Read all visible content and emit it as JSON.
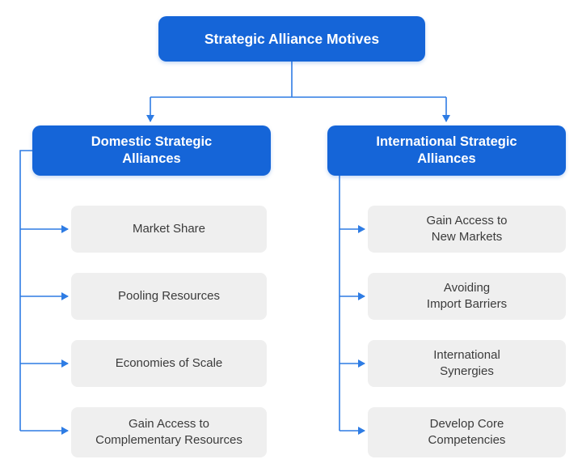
{
  "diagram": {
    "root_label": "Strategic Alliance Motives",
    "branches": [
      {
        "label": "Domestic Strategic\nAlliances",
        "items": [
          "Market Share",
          "Pooling Resources",
          "Economies of Scale",
          "Gain Access to\nComplementary Resources"
        ]
      },
      {
        "label": "International Strategic\nAlliances",
        "items": [
          "Gain Access to\nNew Markets",
          "Avoiding\nImport Barriers",
          "International\nSynergies",
          "Develop Core\nCompetencies"
        ]
      }
    ],
    "colors": {
      "node_blue": "#1565d8",
      "connector_blue": "#2e7ce4",
      "leaf_gray": "#efefef",
      "leaf_text": "#3b3b3b"
    }
  }
}
